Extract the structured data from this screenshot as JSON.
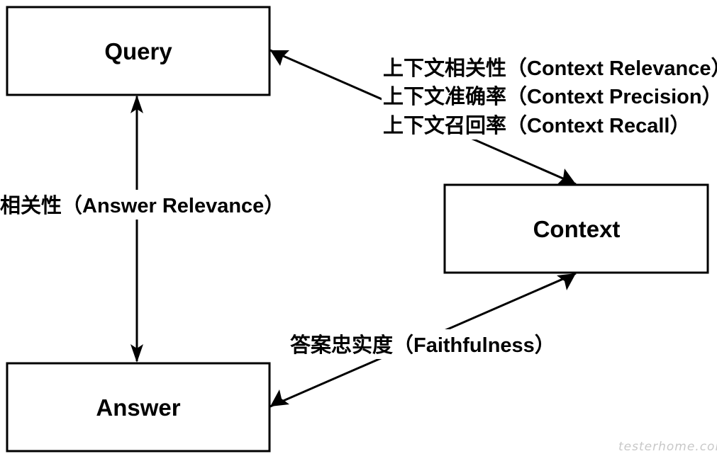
{
  "diagram": {
    "title": "RAG evaluation metrics",
    "nodes": {
      "query": {
        "label": "Query"
      },
      "context": {
        "label": "Context"
      },
      "answer": {
        "label": "Answer"
      }
    },
    "edges": {
      "query_context": {
        "from": "query",
        "to": "context",
        "bidirectional": true,
        "labels": [
          "上下文相关性（Context  Relevance）",
          "上下文准确率（Context Precision）",
          "上下文召回率（Context Recall）"
        ]
      },
      "query_answer": {
        "from": "query",
        "to": "answer",
        "bidirectional": true,
        "labels": [
          "答案相关性（Answer Relevance）"
        ]
      },
      "context_answer": {
        "from": "context",
        "to": "answer",
        "bidirectional": true,
        "labels": [
          "答案忠实度（Faithfulness）"
        ]
      }
    },
    "colors": {
      "stroke": "#000000",
      "background": "#ffffff",
      "watermark": "#c8c8c8"
    }
  },
  "watermark": "testerhome.com"
}
